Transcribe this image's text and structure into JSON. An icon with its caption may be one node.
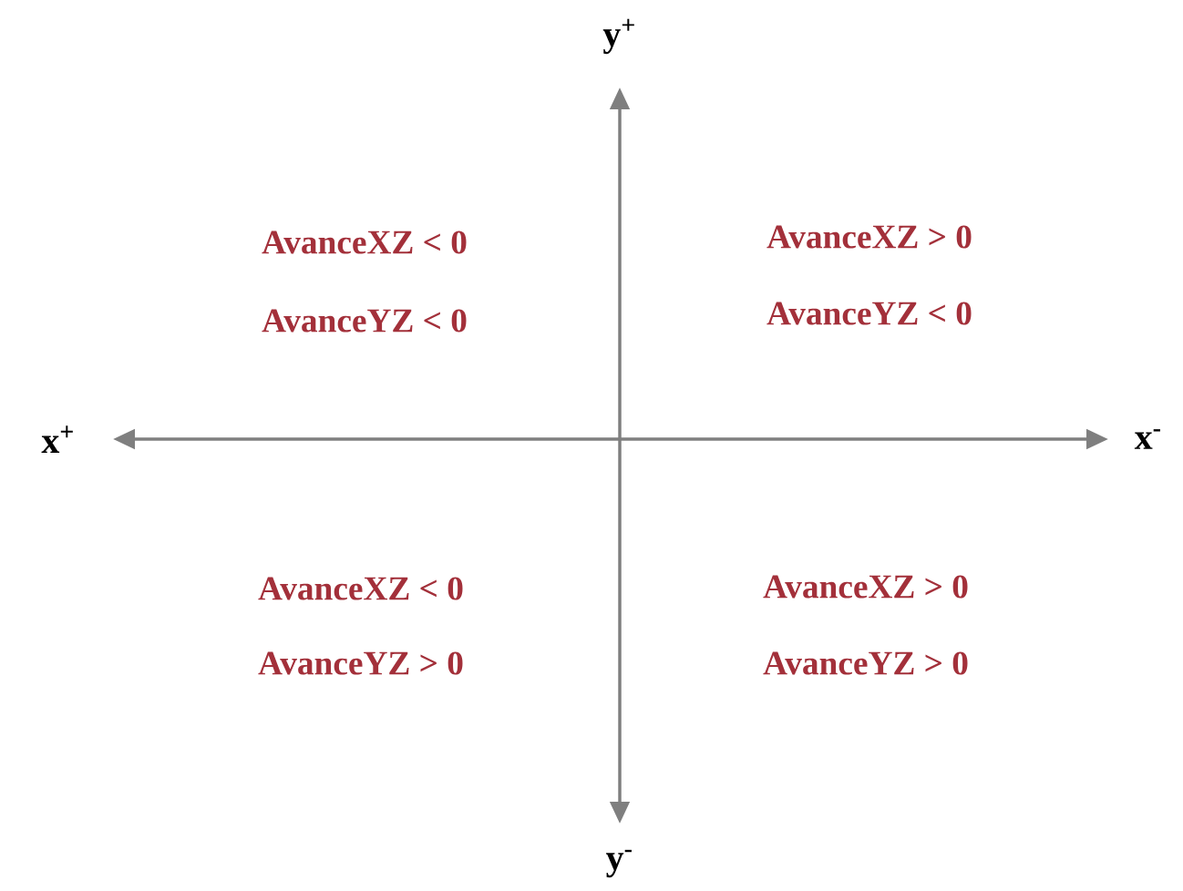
{
  "diagram": {
    "labels": [
      "y$^{+}$",
      "AvanceXZ < 0",
      "AvanceXZ > 0",
      "AvanceYZ < 0",
      "AvanceYZ < 0",
      "x$^{+}$",
      "x$^{-}$",
      "AvanceXZ < 0",
      "AvanceXZ > 0",
      "AvanceYZ > 0",
      "AvanceYZ > 0",
      "y$^{-}$"
    ]
  }
}
